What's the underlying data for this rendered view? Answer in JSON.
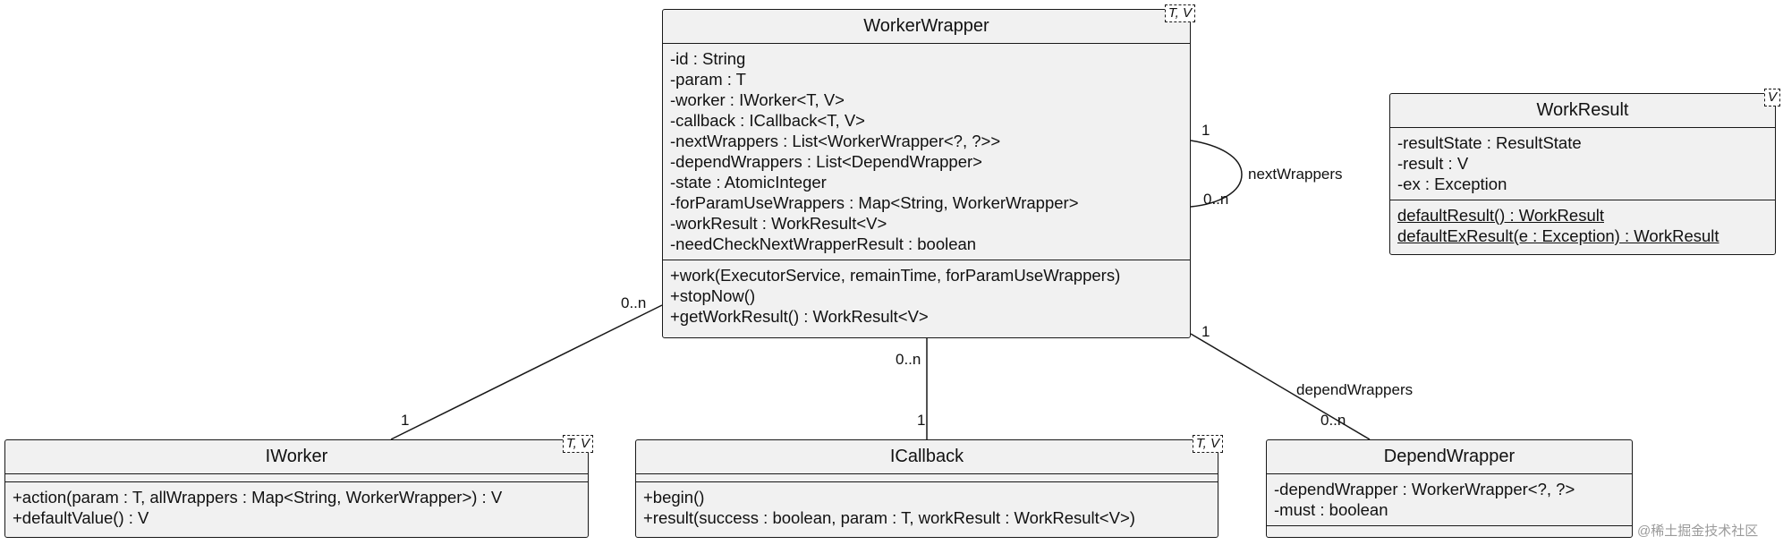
{
  "classes": {
    "workerwrapper": {
      "name": "WorkerWrapper",
      "type_params": "T, V",
      "fields": [
        "-id : String",
        "-param : T",
        "-worker : IWorker<T, V>",
        "-callback : ICallback<T, V>",
        "-nextWrappers : List<WorkerWrapper<?, ?>>",
        "-dependWrappers : List<DependWrapper>",
        "-state : AtomicInteger",
        "-forParamUseWrappers : Map<String, WorkerWrapper>",
        "-workResult : WorkResult<V>",
        "-needCheckNextWrapperResult : boolean"
      ],
      "methods": [
        "+work(ExecutorService, remainTime, forParamUseWrappers)",
        "+stopNow()",
        "+getWorkResult() : WorkResult<V>"
      ]
    },
    "workresult": {
      "name": "WorkResult",
      "type_params": "V",
      "fields": [
        "-resultState : ResultState",
        "-result : V",
        "-ex : Exception"
      ],
      "methods": [
        "defaultResult() : WorkResult",
        "defaultExResult(e : Exception) : WorkResult"
      ]
    },
    "iworker": {
      "name": "IWorker",
      "type_params": "T, V",
      "fields": [],
      "methods": [
        "+action(param : T, allWrappers : Map<String, WorkerWrapper>) : V",
        "+defaultValue() : V"
      ]
    },
    "icallback": {
      "name": "ICallback",
      "type_params": "T, V",
      "fields": [],
      "methods": [
        "+begin()",
        "+result(success : boolean, param : T, workResult : WorkResult<V>)"
      ]
    },
    "dependwrapper": {
      "name": "DependWrapper",
      "fields": [
        "-dependWrapper : WorkerWrapper<?, ?>",
        "-must : boolean"
      ],
      "methods": []
    }
  },
  "relations": {
    "self_next": {
      "label": "nextWrappers",
      "from_mult": "1",
      "to_mult": "0..n"
    },
    "worker": {
      "from_mult": "0..n",
      "to_mult": "1"
    },
    "callback": {
      "from_mult": "0..n",
      "to_mult": "1"
    },
    "depend": {
      "label": "dependWrappers",
      "from_mult": "1",
      "to_mult": "0..n"
    }
  },
  "watermark": "@稀土掘金技术社区"
}
